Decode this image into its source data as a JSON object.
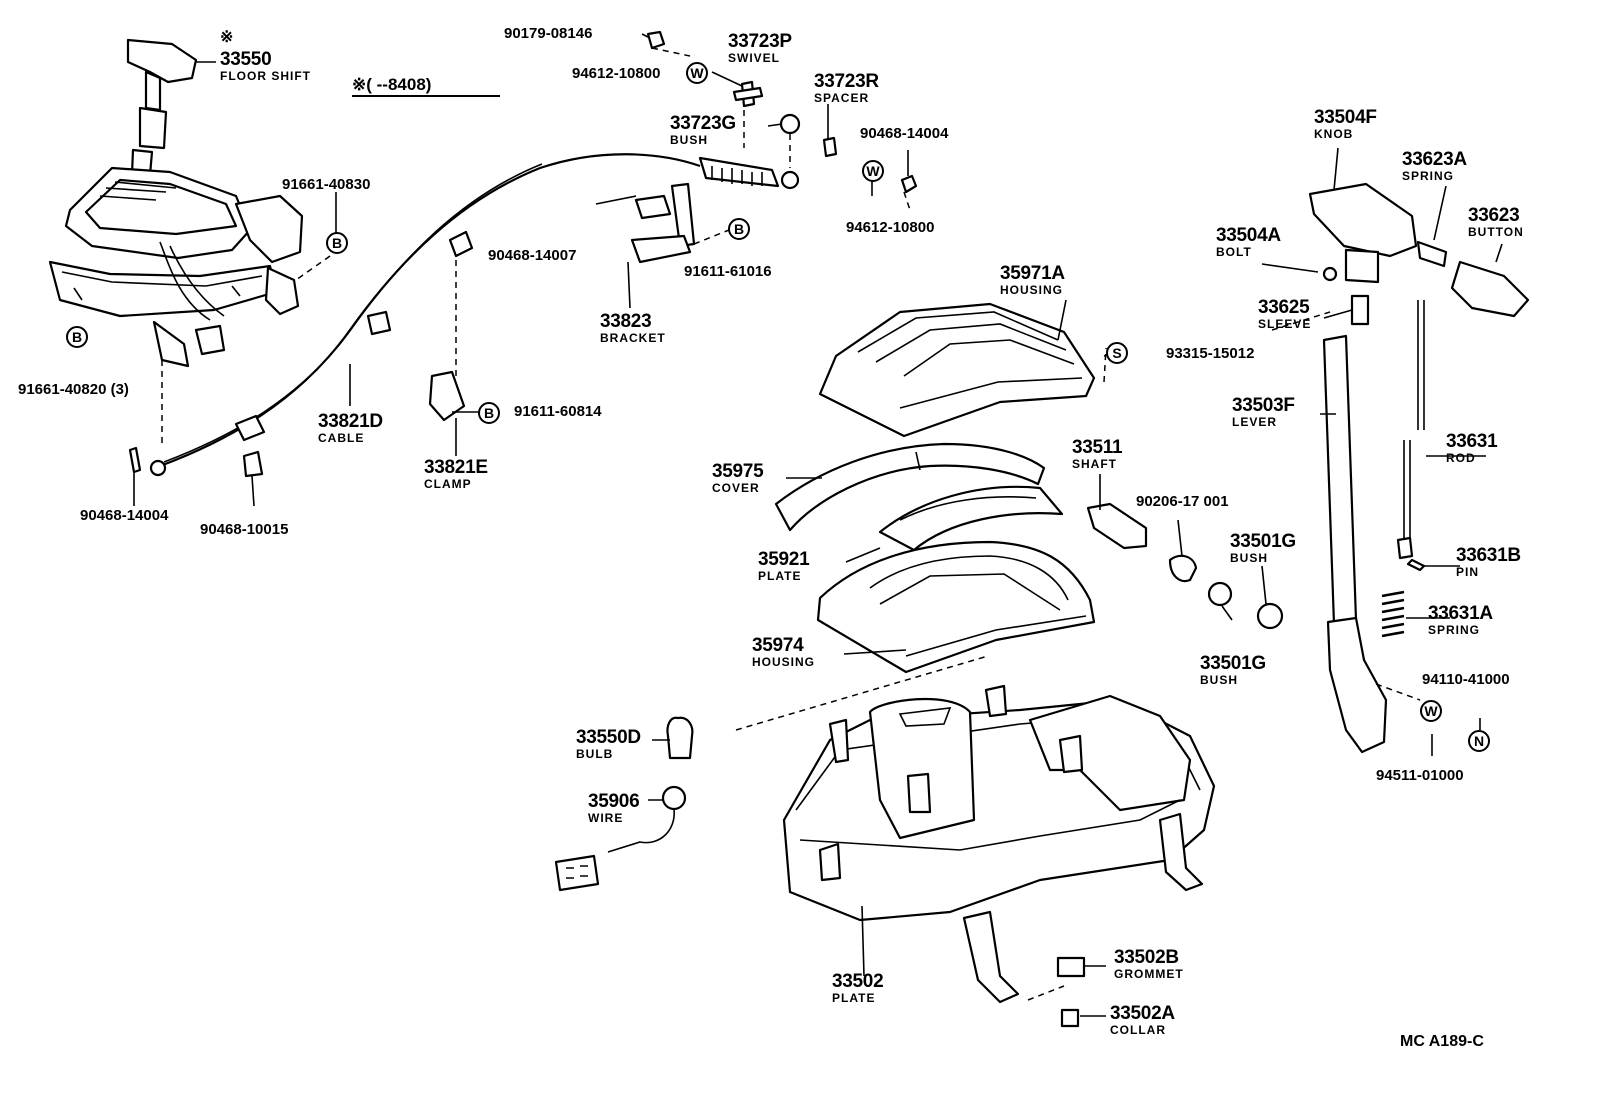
{
  "diagram_code": "MC  A189-C",
  "note": {
    "symbol": "※",
    "range": "※(      --8408)"
  },
  "symbols": {
    "b": "B",
    "w": "W",
    "s": "S",
    "n": "N"
  },
  "parts": {
    "p33550": {
      "number": "33550",
      "name": "FLOOR SHIFT"
    },
    "p90179_08146": {
      "number": "90179-08146"
    },
    "p94612_10800_top": {
      "number": "94612-10800"
    },
    "p33723P": {
      "number": "33723P",
      "name": "SWIVEL"
    },
    "p33723R": {
      "number": "33723R",
      "name": "SPACER"
    },
    "p33723G": {
      "number": "33723G",
      "name": "BUSH"
    },
    "p90468_14004_top": {
      "number": "90468-14004"
    },
    "p94612_10800_b": {
      "number": "94612-10800"
    },
    "p91661_40830": {
      "number": "91661-40830"
    },
    "p90468_14007": {
      "number": "90468-14007"
    },
    "p91611_61016": {
      "number": "91611-61016"
    },
    "p33823": {
      "number": "33823",
      "name": "BRACKET"
    },
    "p91661_40820": {
      "number": "91661-40820 (3)"
    },
    "p33821D": {
      "number": "33821D",
      "name": "CABLE"
    },
    "p91611_60814": {
      "number": "91611-60814"
    },
    "p33821E": {
      "number": "33821E",
      "name": "CLAMP"
    },
    "p90468_14004_l": {
      "number": "90468-14004"
    },
    "p90468_10015": {
      "number": "90468-10015"
    },
    "p35971A": {
      "number": "35971A",
      "name": "HOUSING"
    },
    "p93315_15012": {
      "number": "93315-15012"
    },
    "p35975": {
      "number": "35975",
      "name": "COVER"
    },
    "p35921": {
      "number": "35921",
      "name": "PLATE"
    },
    "p35974": {
      "number": "35974",
      "name": "HOUSING"
    },
    "p33511": {
      "number": "33511",
      "name": "SHAFT"
    },
    "p90206_17001": {
      "number": "90206-17 001"
    },
    "p33501G_a": {
      "number": "33501G",
      "name": "BUSH"
    },
    "p33501G_b": {
      "number": "33501G",
      "name": "BUSH"
    },
    "p33504F": {
      "number": "33504F",
      "name": "KNOB"
    },
    "p33623A": {
      "number": "33623A",
      "name": "SPRING"
    },
    "p33623": {
      "number": "33623",
      "name": "BUTTON"
    },
    "p33504A": {
      "number": "33504A",
      "name": "BOLT"
    },
    "p33625": {
      "number": "33625",
      "name": "SLEEVE"
    },
    "p33503F": {
      "number": "33503F",
      "name": "LEVER"
    },
    "p33631": {
      "number": "33631",
      "name": "ROD"
    },
    "p33631B": {
      "number": "33631B",
      "name": "PIN"
    },
    "p33631A": {
      "number": "33631A",
      "name": "SPRING"
    },
    "p94110_41000": {
      "number": "94110-41000"
    },
    "p94511_01000": {
      "number": "94511-01000"
    },
    "p33550D": {
      "number": "33550D",
      "name": "BULB"
    },
    "p35906": {
      "number": "35906",
      "name": "WIRE"
    },
    "p33502": {
      "number": "33502",
      "name": "PLATE"
    },
    "p33502B": {
      "number": "33502B",
      "name": "GROMMET"
    },
    "p33502A": {
      "number": "33502A",
      "name": "COLLAR"
    }
  }
}
